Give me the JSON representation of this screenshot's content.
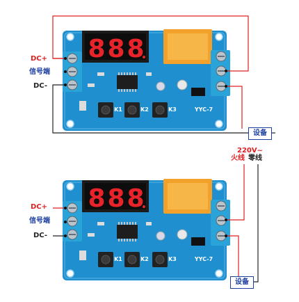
{
  "diagram": {
    "top_module": {
      "dc_plus": "DC+",
      "signal": "信号端",
      "dc_minus": "DC-",
      "device": "设备",
      "display": "888",
      "buttons": [
        "K1",
        "K2",
        "K3"
      ],
      "board_tag": "YYC-7"
    },
    "bottom_module": {
      "dc_plus": "DC+",
      "signal": "信号端",
      "dc_minus": "DC-",
      "device": "设备",
      "voltage": "220V~",
      "live": "火线",
      "neutral": "零线",
      "display": "888",
      "buttons": [
        "K1",
        "K2",
        "K3"
      ],
      "board_tag": "YYC-7"
    },
    "colors": {
      "board": "#1f8fd0",
      "terminal": "#2aa3d8",
      "relay": "#f2a12a",
      "display_digit": "#e8232a",
      "wire_red": "#e02020",
      "wire_black": "#222222",
      "label_red": "#e02020",
      "label_blue": "#1c3fa0"
    }
  }
}
